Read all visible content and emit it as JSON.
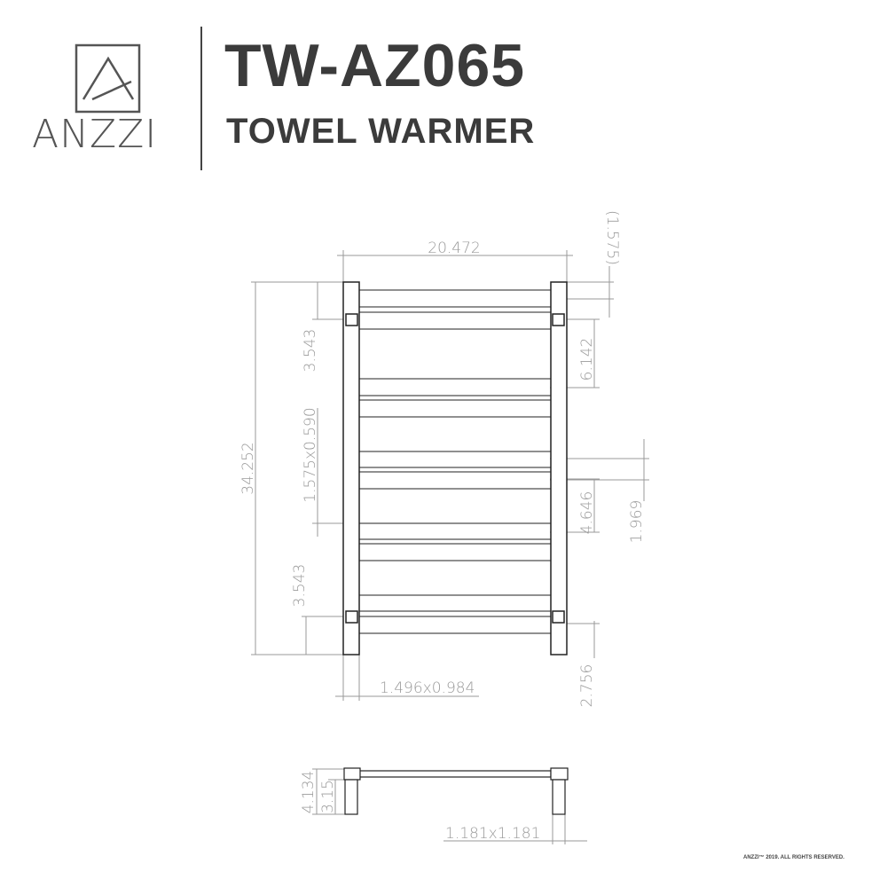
{
  "header": {
    "brand": "ANZZI",
    "title": "TW-AZ065",
    "subtitle": "TOWEL WARMER"
  },
  "footer": {
    "copyright": "ANZZI™ 2019. ALL RIGHTS RESERVED."
  },
  "dimensions": {
    "overall_width": "20.472",
    "top_offset": "(1.575)",
    "overall_height": "34.252",
    "top_mount": "3.543",
    "bar_section": "1.575x0.590",
    "bottom_mount": "3.543",
    "bar_gap_upper": "6.142",
    "bar_gap_lower": "4.646",
    "bar_pair": "1.969",
    "bottom_offset": "2.756",
    "post_section": "1.496x0.984",
    "depth_total": "4.134",
    "depth_post": "3.15",
    "cap_section": "1.181x1.181"
  }
}
